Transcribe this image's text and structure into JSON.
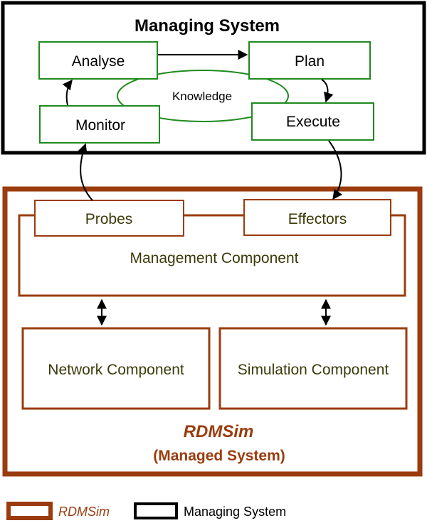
{
  "managing_system": {
    "title": "Managing System",
    "analyse": "Analyse",
    "plan": "Plan",
    "monitor": "Monitor",
    "execute": "Execute",
    "knowledge": "Knowledge"
  },
  "managed_system": {
    "probes": "Probes",
    "effectors": "Effectors",
    "management_component": "Management Component",
    "network_component": "Network Component",
    "simulation_component": "Simulation Component",
    "name": "RDMSim",
    "subtitle": "(Managed System)"
  },
  "legend": {
    "managed_label": "RDMSim",
    "managing_label": "Managing System"
  },
  "colors": {
    "managed_border": "#9b3c0e",
    "mape_border": "#1f8a1f",
    "managing_border": "#000000",
    "label_text": "#3a3a0a"
  }
}
